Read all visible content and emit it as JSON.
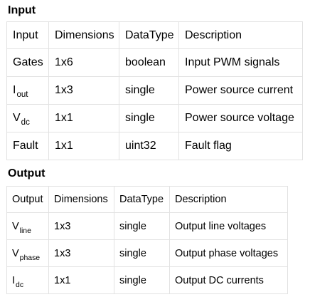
{
  "input": {
    "heading": "Input",
    "columns": [
      "Input",
      "Dimensions",
      "DataType",
      "Description"
    ],
    "rows": [
      {
        "name": "Gates",
        "sub": "",
        "dims": "1x6",
        "type": "boolean",
        "desc": "Input PWM signals"
      },
      {
        "name": "I",
        "sub": "out",
        "dims": "1x3",
        "type": "single",
        "desc": "Power source current"
      },
      {
        "name": "V",
        "sub": "dc",
        "dims": "1x1",
        "type": "single",
        "desc": "Power source voltage"
      },
      {
        "name": "Fault",
        "sub": "",
        "dims": "1x1",
        "type": "uint32",
        "desc": "Fault flag"
      }
    ]
  },
  "output": {
    "heading": "Output",
    "columns": [
      "Output",
      "Dimensions",
      "DataType",
      "Description"
    ],
    "rows": [
      {
        "name": "V",
        "sub": "line",
        "dims": "1x3",
        "type": "single",
        "desc": "Output line voltages"
      },
      {
        "name": "V",
        "sub": "phase",
        "dims": "1x3",
        "type": "single",
        "desc": "Output phase voltages"
      },
      {
        "name": "I",
        "sub": "dc",
        "dims": "1x1",
        "type": "single",
        "desc": "Output DC currents"
      }
    ]
  }
}
